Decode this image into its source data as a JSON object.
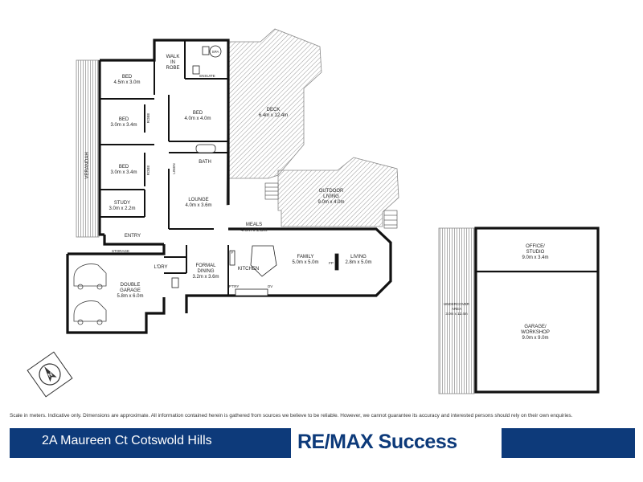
{
  "rooms": {
    "bed1": {
      "name": "BED",
      "size": "4.5m x 3.0m"
    },
    "bed2": {
      "name": "BED",
      "size": "3.0m x 3.4m"
    },
    "bed3": {
      "name": "BED",
      "size": "3.0m x 3.4m"
    },
    "study": {
      "name": "STUDY",
      "size": "3.0m x 2.2m"
    },
    "walk_in_robe": {
      "line1": "WALK",
      "line2": "IN",
      "line3": "ROBE"
    },
    "ensuite": {
      "name": "ENSUITE"
    },
    "spa": {
      "name": "SPA"
    },
    "bed_main": {
      "name": "BED",
      "size": "4.0m x 4.0m"
    },
    "bath": {
      "name": "BATH"
    },
    "linen": {
      "name": "LINEN"
    },
    "lounge": {
      "name": "LOUNGE",
      "size": "4.0m x 3.6m"
    },
    "deck": {
      "name": "DECK",
      "size": "6.4m x 12.4m"
    },
    "outdoor_living": {
      "name": "OUTDOOR",
      "name2": "LIVING",
      "size": "9.0m x 4.0m"
    },
    "meals": {
      "name": "MEALS",
      "size": "4.0m x 2.8m"
    },
    "family": {
      "name": "FAMILY",
      "size": "5.0m x 5.0m"
    },
    "living": {
      "name": "LIVING",
      "size": "2.8m x 5.0m"
    },
    "fp": {
      "name": "FP"
    },
    "kitchen": {
      "name": "KITCHEN"
    },
    "fridge": {
      "name": "F"
    },
    "pantry": {
      "name": "P'TRY"
    },
    "oven": {
      "name": "OV"
    },
    "formal_dining": {
      "name": "FORMAL",
      "name2": "DINING",
      "size": "3.2m x 3.6m"
    },
    "laundry": {
      "name": "L'DRY"
    },
    "entry": {
      "name": "ENTRY"
    },
    "storage": {
      "name": "STORAGE"
    },
    "double_garage": {
      "name": "DOUBLE",
      "name2": "GARAGE",
      "size": "5.8m x 6.0m"
    },
    "verandah": {
      "name": "VERANDAH"
    },
    "robe": {
      "name": "ROBE"
    },
    "office": {
      "name": "OFFICE/",
      "name2": "STUDIO",
      "size": "9.0m x 3.4m"
    },
    "garage_workshop": {
      "name": "GARAGE/",
      "name2": "WORKSHOP",
      "size": "9.0m x 9.0m"
    },
    "undercover": {
      "name": "UNDERCOVER",
      "name2": "AREA",
      "size": "3.0m x 12.4m"
    }
  },
  "compass": {
    "label": "N"
  },
  "disclaimer": "Scale in meters. Indicative only. Dimensions are approximate. All information contained herein is gathered from sources we believe to be reliable. However, we cannot guarantee its accuracy and interested persons should rely on their own enquiries.",
  "footer": {
    "address": "2A Maureen Ct Cotswold Hills",
    "brand": "RE/MAX Success"
  },
  "colors": {
    "footer_bg": "#0d3a7a",
    "wall": "#111111",
    "hatch": "#9a9a9a"
  }
}
